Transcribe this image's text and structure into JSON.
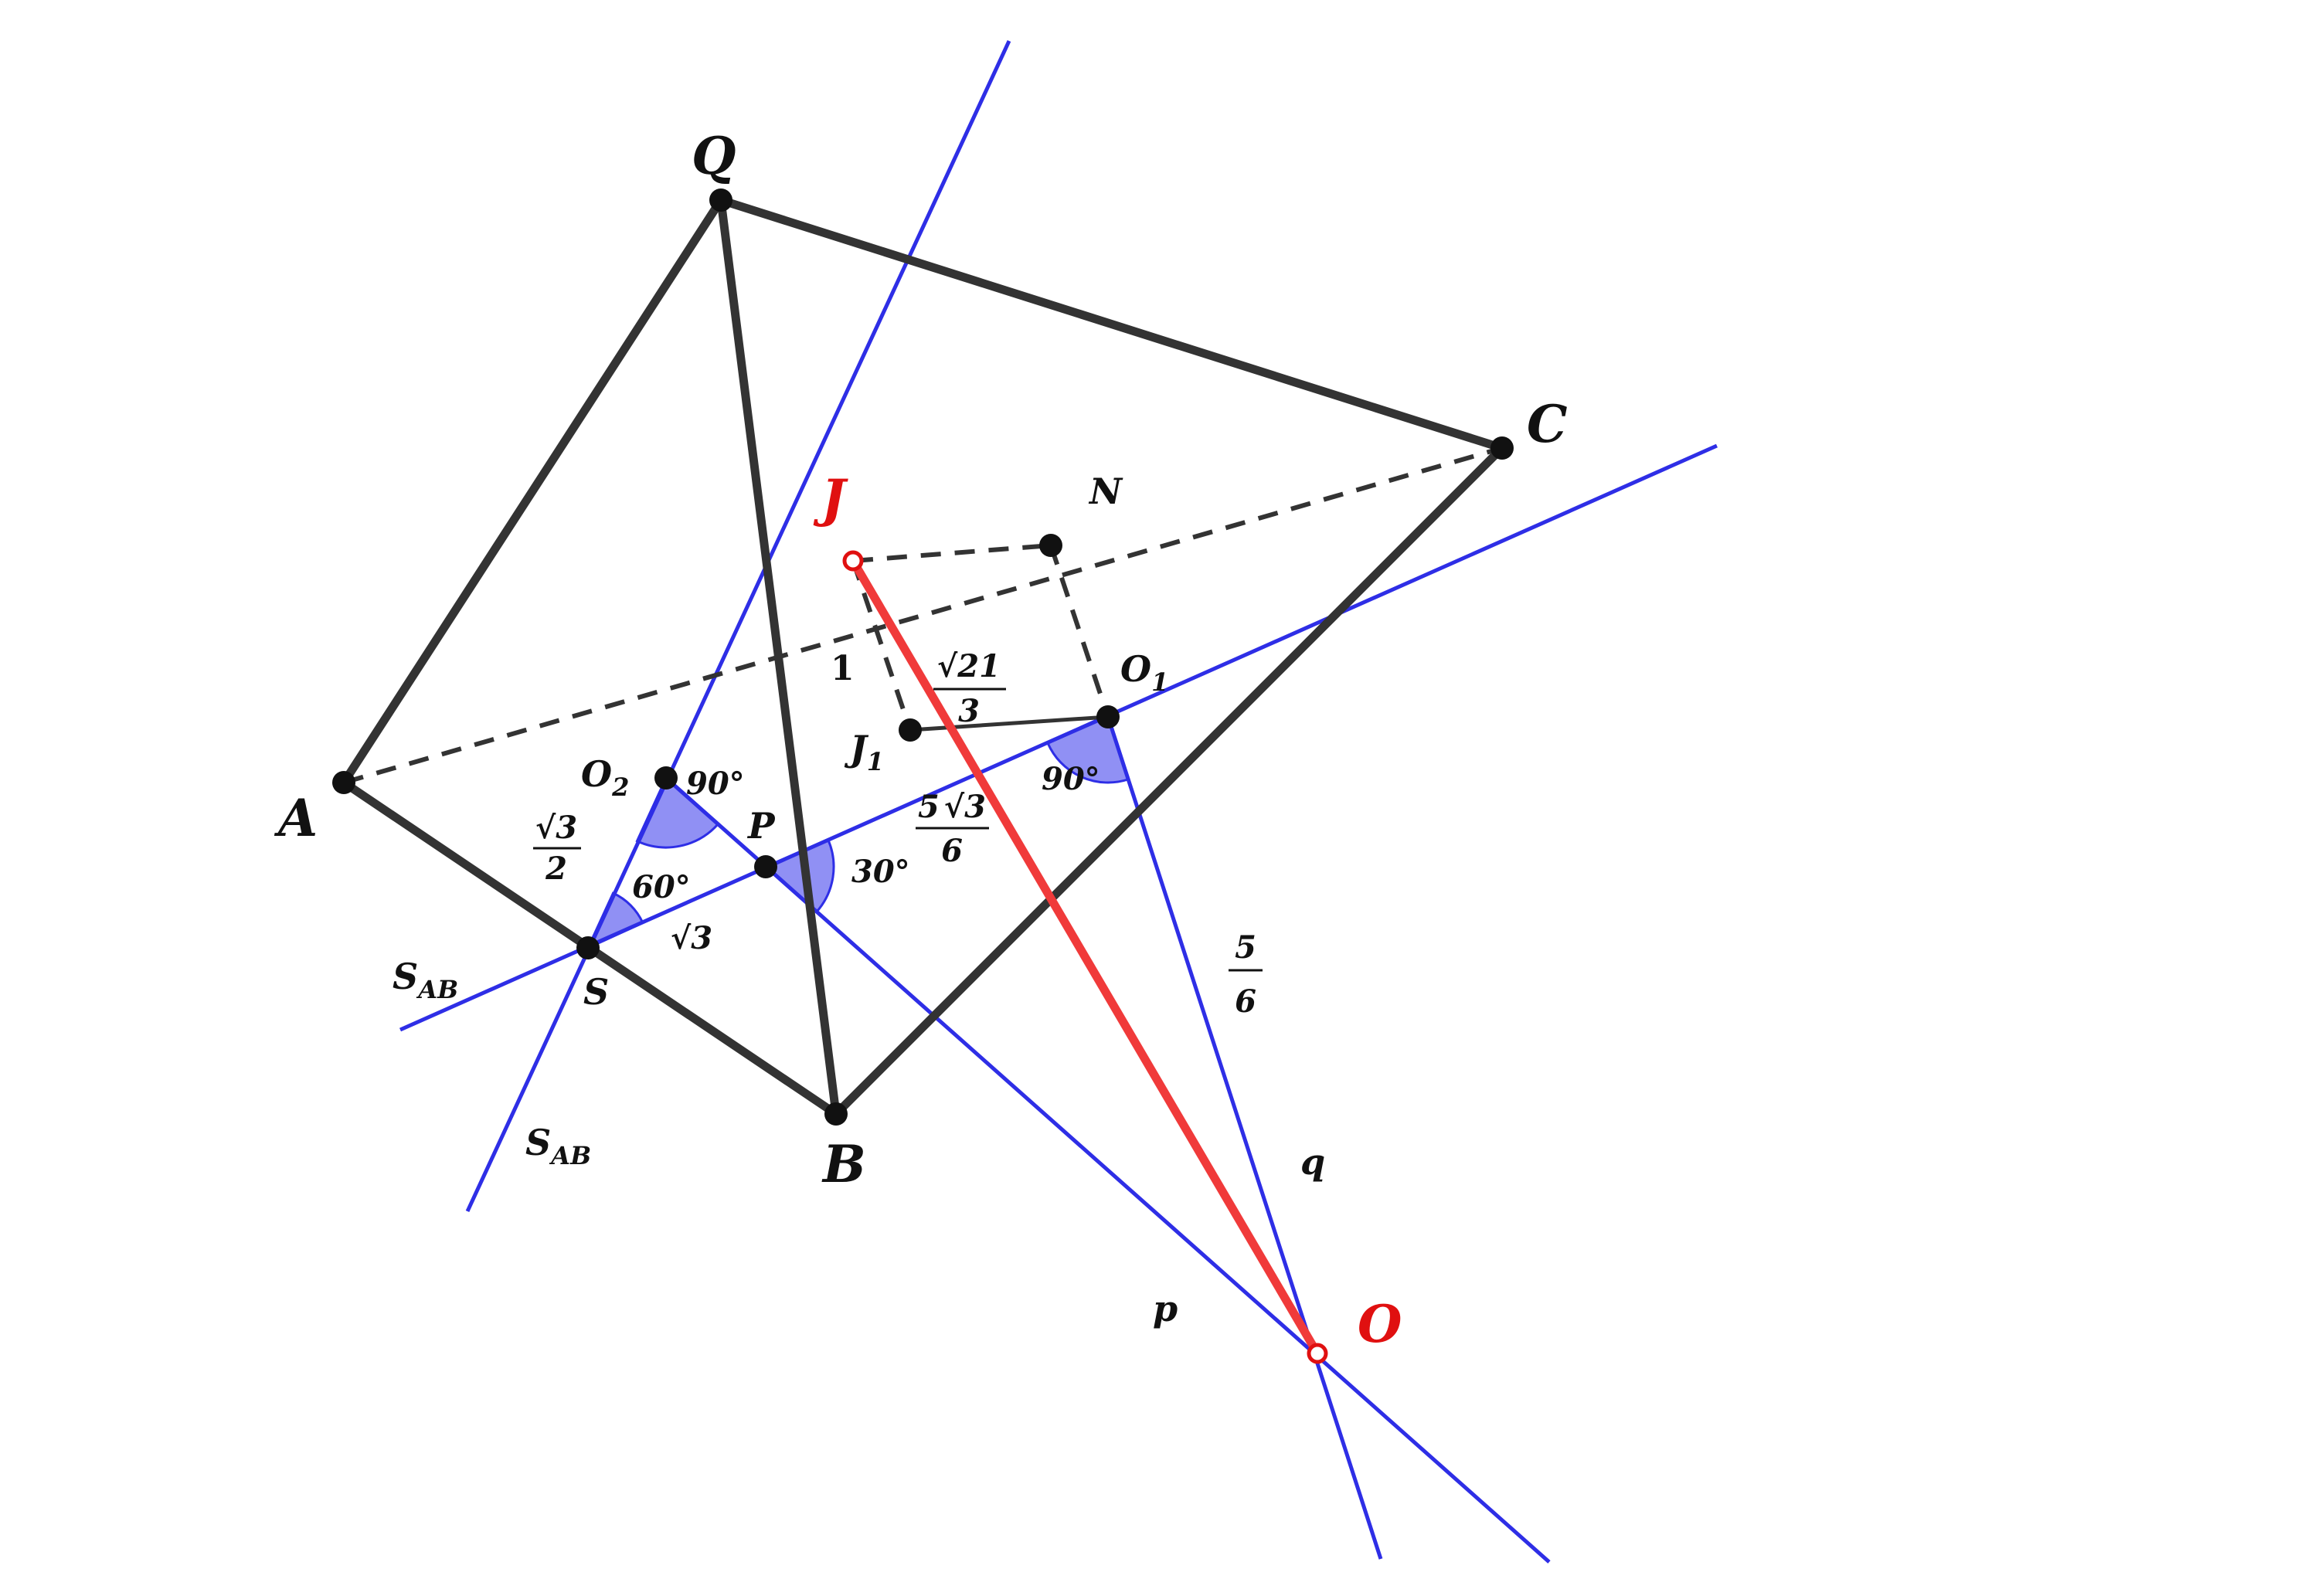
{
  "colors": {
    "solid_edge": "#333333",
    "hidden_edge": "#333333",
    "construction_line": "#2e2ee6",
    "highlight_segment": "#f03a3a",
    "highlight_point": "#e01010",
    "angle_fill": "#6b6bf0"
  },
  "points": {
    "A": "A",
    "B": "B",
    "C": "C",
    "Q": "Q",
    "J": "J",
    "N": "N",
    "O": "O",
    "P": "P",
    "S": "S",
    "O1": "O",
    "O1_sub": "1",
    "O2": "O",
    "O2_sub": "2",
    "J1": "J",
    "J1_sub": "1"
  },
  "lines": {
    "s_ab_main": "S",
    "s_ab_sub": "AB",
    "s_ab_2_main": "S",
    "s_ab_2_sub": "AB",
    "p": "p",
    "q": "q"
  },
  "angles": {
    "O2": "90°",
    "O1": "90°",
    "S": "60°",
    "P": "30°"
  },
  "lengths": {
    "JJ1": "1",
    "O2S_num_root": "√3",
    "O2S_den": "2",
    "SP": "√3",
    "PO1_num_coef": "5",
    "PO1_num_root": "√3",
    "PO1_den": "6",
    "O1O_num": "5",
    "O1O_den": "6",
    "JO_num_root": "√21",
    "JO_den": "3"
  }
}
